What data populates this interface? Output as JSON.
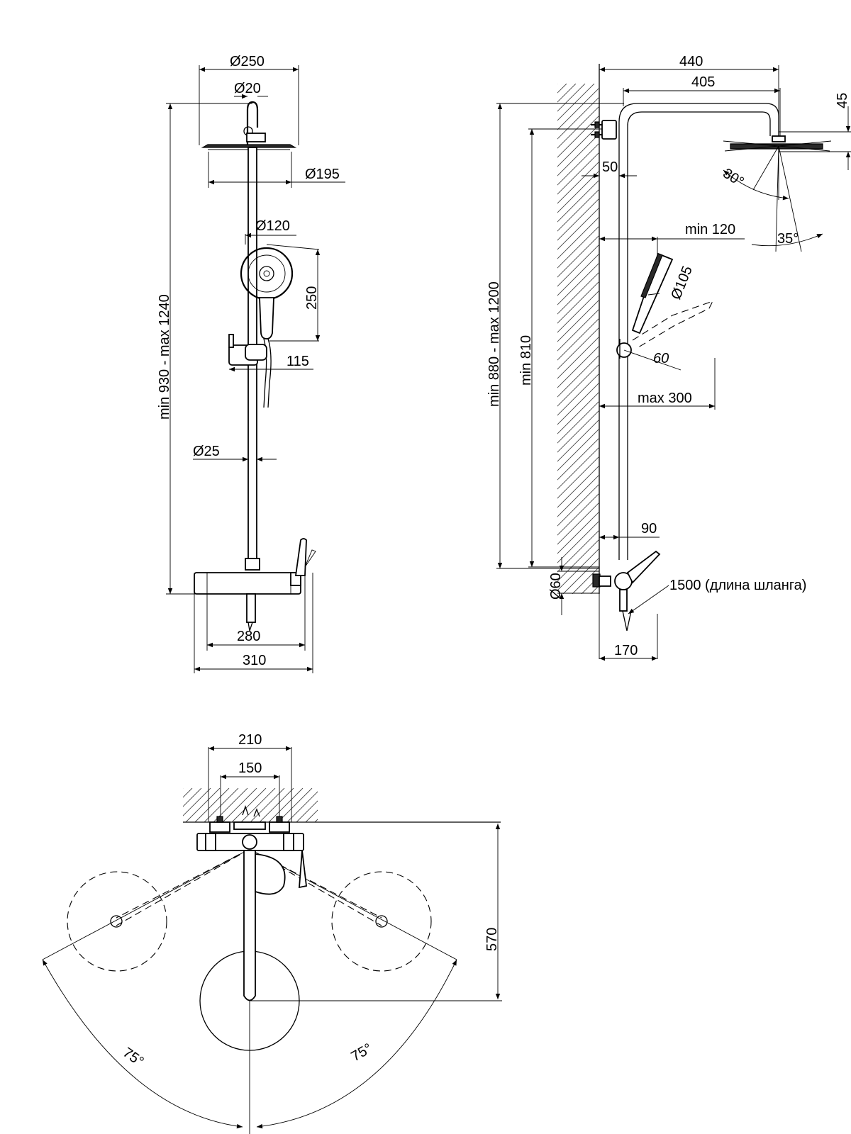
{
  "front_view": {
    "head_diameter": "Ø250",
    "arm_diameter": "Ø20",
    "plate_diameter": "Ø195",
    "handshower_diameter": "Ø120",
    "handshower_length": "250",
    "holder_offset": "115",
    "rail_diameter": "Ø25",
    "height_range": "min 930 - max 1240",
    "mixer_inner": "280",
    "mixer_width": "310"
  },
  "side_view": {
    "arm_projection": "440",
    "arm_length": "405",
    "head_thickness": "45",
    "wall_offset": "50",
    "head_tilt": "30°",
    "handshower_tilt": "35°",
    "holder_min": "min 120",
    "handshower_diameter": "Ø105",
    "holder_angle": "60",
    "holder_max": "max 300",
    "height_range": "min 880 - max 1200",
    "min_height": "min 810",
    "mixer_offset": "90",
    "inlet_diameter": "Ø60",
    "hose_length": "1500 (длина шланга)",
    "mixer_depth": "170"
  },
  "top_view": {
    "outer_spacing": "210",
    "inlet_spacing": "150",
    "depth": "570",
    "left_angle": "75°",
    "right_angle": "75°"
  }
}
